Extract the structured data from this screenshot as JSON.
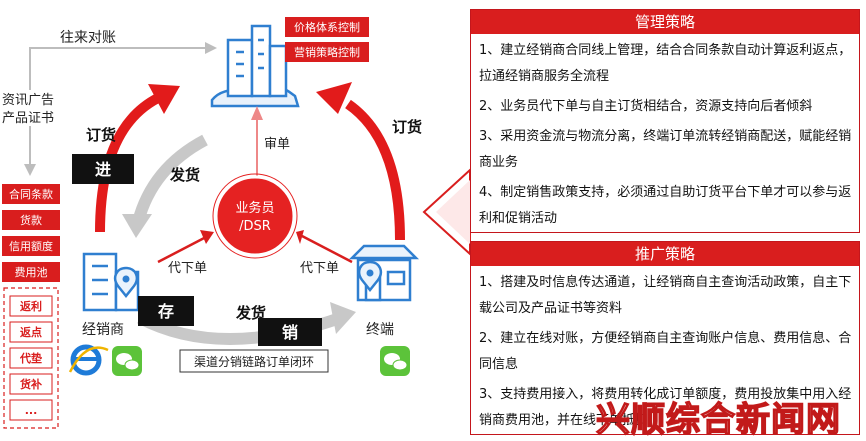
{
  "diagram": {
    "top_labels": [
      "价格体系控制",
      "营销策略控制"
    ],
    "flow": {
      "wanglai": "往来对账",
      "zixun_line1": "资讯广告",
      "zixun_line2": "产品证书",
      "dinghuo_left": "订货",
      "dinghuo_right": "订货",
      "jin": "进",
      "fahuo_top": "发货",
      "shendan": "审单",
      "center_line1": "业务员",
      "center_line2": "/DSR",
      "daixiadan_left": "代下单",
      "daixiadan_right": "代下单",
      "cun": "存",
      "fahuo_bottom": "发货",
      "xiao": "销",
      "loop_caption": "渠道分销链路订单闭环",
      "dealer": "经销商",
      "terminal": "终端"
    },
    "left_tags": [
      "合同条款",
      "货款",
      "信用额度",
      "费用池"
    ],
    "sub_tags": [
      "返利",
      "返点",
      "代垫",
      "货补",
      "..."
    ]
  },
  "panel_mgmt": {
    "title": "管理策略",
    "items": [
      "1、建立经销商合同线上管理，结合合同条款自动计算返利返点，拉通经销商服务全流程",
      "2、业务员代下单与自主订货相结合，资源支持向后者倾斜",
      "3、采用资金流与物流分离，终端订单流转经销商配送，赋能经销商业务",
      "4、制定销售政策支持，必须通过自助订货平台下单才可以参与返利和促销活动"
    ]
  },
  "panel_promo": {
    "title": "推广策略",
    "items": [
      "1、搭建及时信息传达通道，让经销商自主查询活动政策，自主下载公司及产品证书等资料",
      "2、建立在线对账，方便经销商自主查询账户信息、费用信息、合同信息",
      "3、支持费用接入，将费用转化成订单额度，费用投放集中用入经销商费用池，并在线下单抵扣"
    ]
  },
  "watermark": "兴顺综合新闻网",
  "colors": {
    "red": "#d91e1e",
    "dark": "#111111",
    "blue": "#2f7fd0",
    "gray": "#c8c8c8",
    "green": "#5cc33a"
  }
}
